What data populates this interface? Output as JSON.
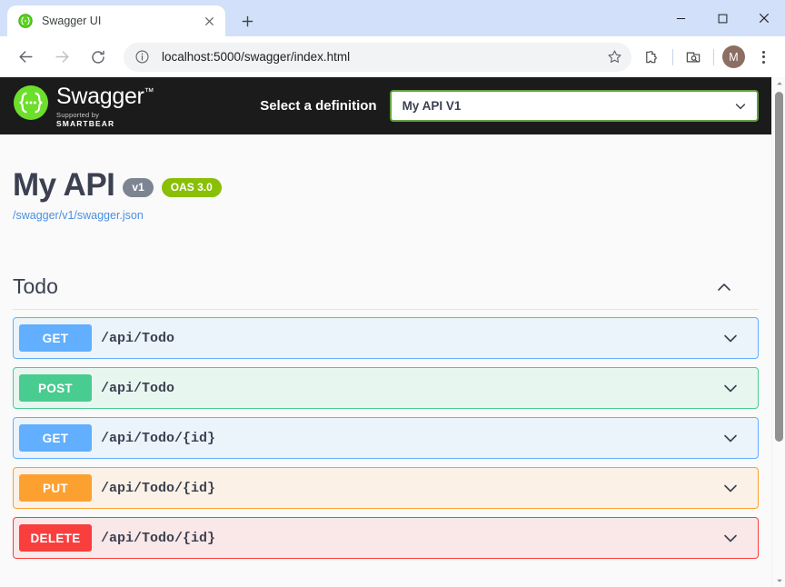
{
  "browser": {
    "tab": {
      "title": "Swagger UI",
      "favicon_icon": "swagger-favicon",
      "close_icon": "close-icon"
    },
    "new_tab_icon": "plus-icon",
    "window_controls": {
      "minimize_icon": "minimize-icon",
      "maximize_icon": "maximize-icon",
      "close_icon": "window-close-icon",
      "minimize_label": "—",
      "maximize_label": "☐",
      "close_label": "✕"
    },
    "toolbar": {
      "back_icon": "back-arrow-icon",
      "forward_icon": "forward-arrow-icon",
      "reload_icon": "reload-icon",
      "site_info_icon": "info-circle-icon",
      "url": "localhost:5000/swagger/index.html",
      "bookmark_icon": "star-icon",
      "extensions_icon": "puzzle-piece-icon",
      "search_tabs_icon": "screenshot-search-icon",
      "profile_icon": "avatar-icon",
      "profile_initial": "M",
      "menu_icon": "kebab-menu-icon"
    },
    "scrollbar": {
      "up_arrow_icon": "scroll-up-arrow-icon",
      "down_arrow_icon": "scroll-down-arrow-icon",
      "thumb_icon": "scrollbar-thumb"
    }
  },
  "swagger": {
    "topbar": {
      "logo_icon": "swagger-logo-icon",
      "logo_word": "Swagger",
      "logo_trademark": "™",
      "supported_by_prefix": "Supported by ",
      "supported_by_brand": "SMARTBEAR",
      "definition_label": "Select a definition",
      "definition_value": "My API V1",
      "definition_caret_icon": "chevron-down-icon"
    },
    "info": {
      "title": "My API",
      "version_badge": "v1",
      "oas_badge": "OAS 3.0",
      "spec_url": "/swagger/v1/swagger.json"
    },
    "tag": {
      "name": "Todo",
      "collapse_caret_icon": "chevron-up-icon",
      "expanded": true
    },
    "operations": [
      {
        "method": "GET",
        "path": "/api/Todo",
        "caret_icon": "chevron-down-icon",
        "method_color": "#61affe",
        "bg_color": "#ebf3fb",
        "border_color": "#61affe"
      },
      {
        "method": "POST",
        "path": "/api/Todo",
        "caret_icon": "chevron-down-icon",
        "method_color": "#49cc90",
        "bg_color": "#e8f6f0",
        "border_color": "#49cc90"
      },
      {
        "method": "GET",
        "path": "/api/Todo/{id}",
        "caret_icon": "chevron-down-icon",
        "method_color": "#61affe",
        "bg_color": "#ebf3fb",
        "border_color": "#61affe"
      },
      {
        "method": "PUT",
        "path": "/api/Todo/{id}",
        "caret_icon": "chevron-down-icon",
        "method_color": "#fca130",
        "bg_color": "#fbf1e6",
        "border_color": "#fca130"
      },
      {
        "method": "DELETE",
        "path": "/api/Todo/{id}",
        "caret_icon": "chevron-down-icon",
        "method_color": "#f93e3e",
        "bg_color": "#fae7e7",
        "border_color": "#f93e3e"
      }
    ]
  },
  "colors": {
    "topbar_bg": "#1b1b1b",
    "swagger_green": "#89bf04",
    "select_border": "#62a03f",
    "link_blue": "#4990e2",
    "text_slate": "#3b4151",
    "tab_strip": "#d2e0f9"
  }
}
